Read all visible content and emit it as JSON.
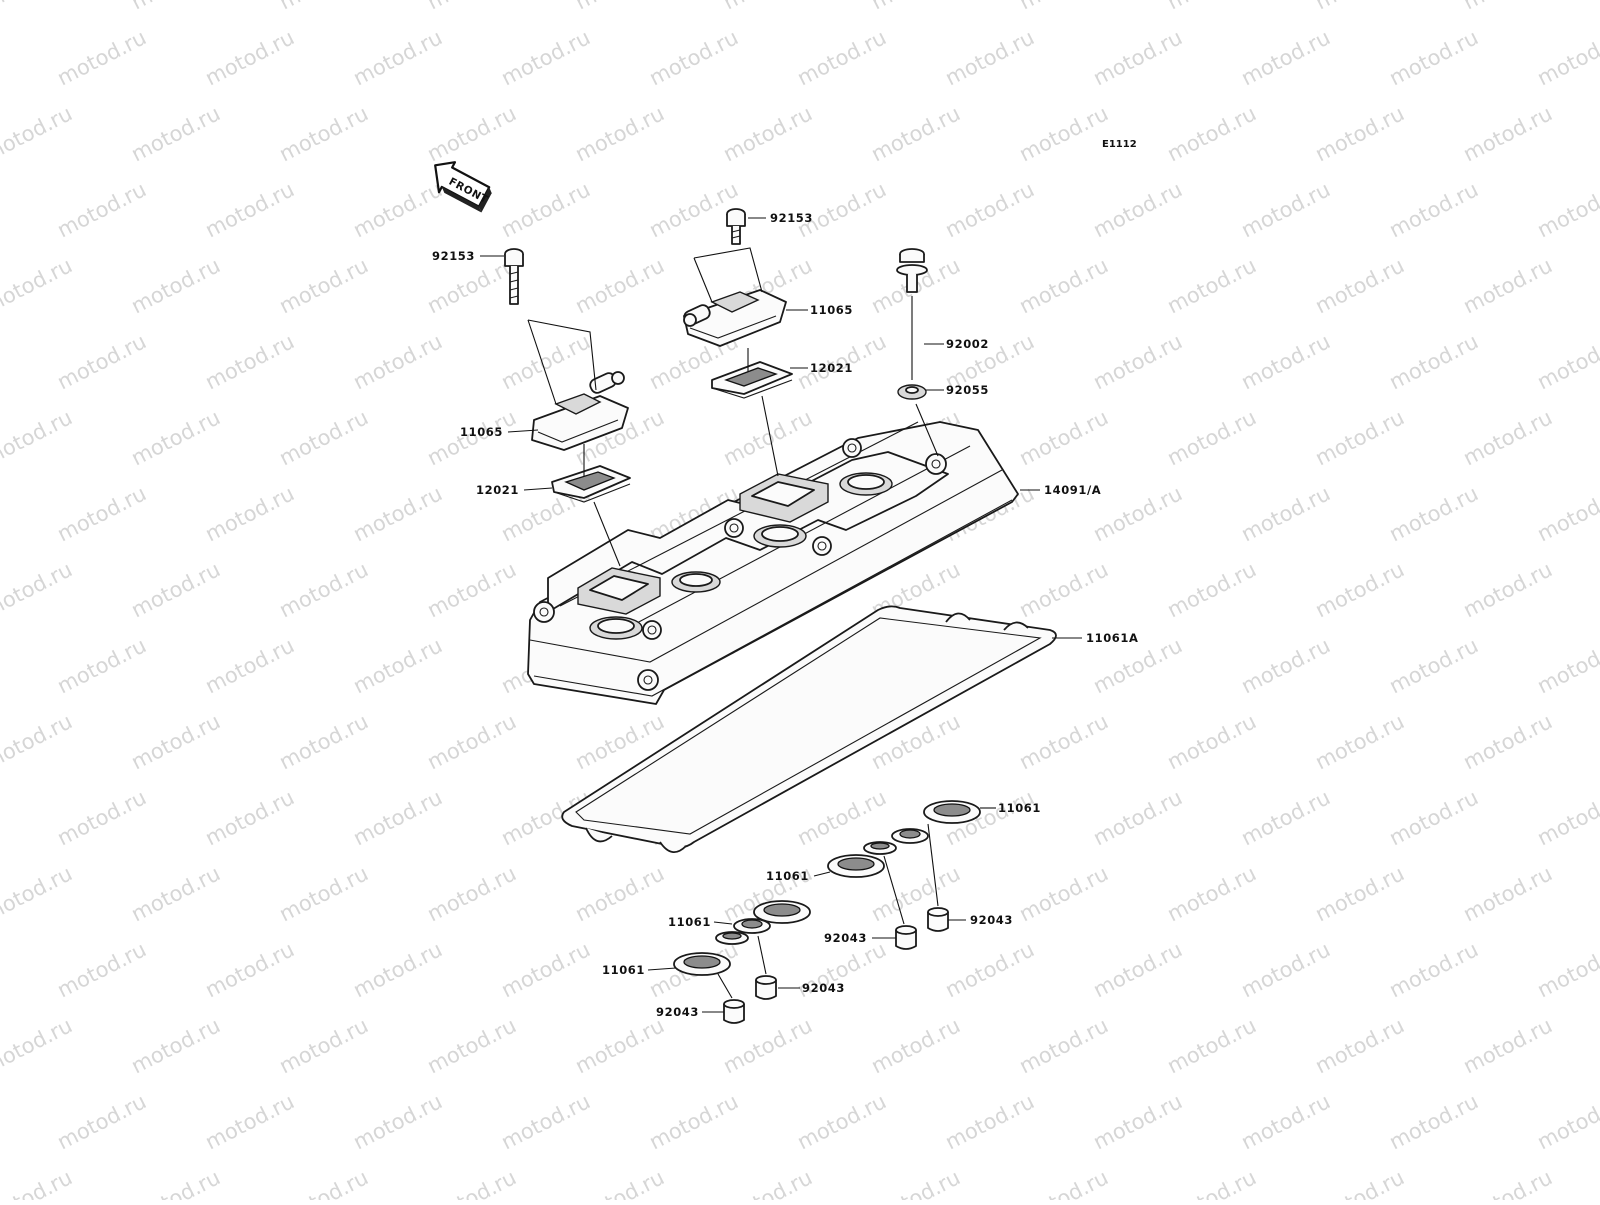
{
  "watermark": {
    "text": "motod.ru"
  },
  "figure_code": "E1112",
  "front_arrow": {
    "text": "FRONT"
  },
  "callouts": [
    {
      "id": "c1",
      "part_no": "92153"
    },
    {
      "id": "c2",
      "part_no": "92153"
    },
    {
      "id": "c3",
      "part_no": "11065"
    },
    {
      "id": "c4",
      "part_no": "11065"
    },
    {
      "id": "c5",
      "part_no": "12021"
    },
    {
      "id": "c6",
      "part_no": "12021"
    },
    {
      "id": "c7",
      "part_no": "92002"
    },
    {
      "id": "c8",
      "part_no": "92055"
    },
    {
      "id": "c9",
      "part_no": "14091/A"
    },
    {
      "id": "c10",
      "part_no": "11061A"
    },
    {
      "id": "c11",
      "part_no": "11061"
    },
    {
      "id": "c12",
      "part_no": "11061"
    },
    {
      "id": "c13",
      "part_no": "11061"
    },
    {
      "id": "c14",
      "part_no": "11061"
    },
    {
      "id": "c15",
      "part_no": "92043"
    },
    {
      "id": "c16",
      "part_no": "92043"
    },
    {
      "id": "c17",
      "part_no": "92043"
    },
    {
      "id": "c18",
      "part_no": "92043"
    }
  ]
}
